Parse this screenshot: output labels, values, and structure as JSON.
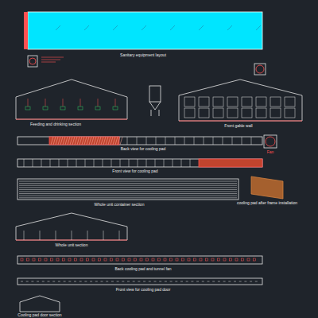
{
  "diagram": {
    "labels": [
      "Sanitary equipment layout",
      "Feeding and drinking section",
      "Front gable wall",
      "Back view for cooling pad",
      "Fan",
      "Front view for cooling pad",
      "cooling pad after frame installation",
      "Whole unit container section",
      "Whole unit section",
      "Back cooling pad and tunnel fan",
      "Front view for cooling pad door",
      "Cooling pad door section"
    ]
  }
}
